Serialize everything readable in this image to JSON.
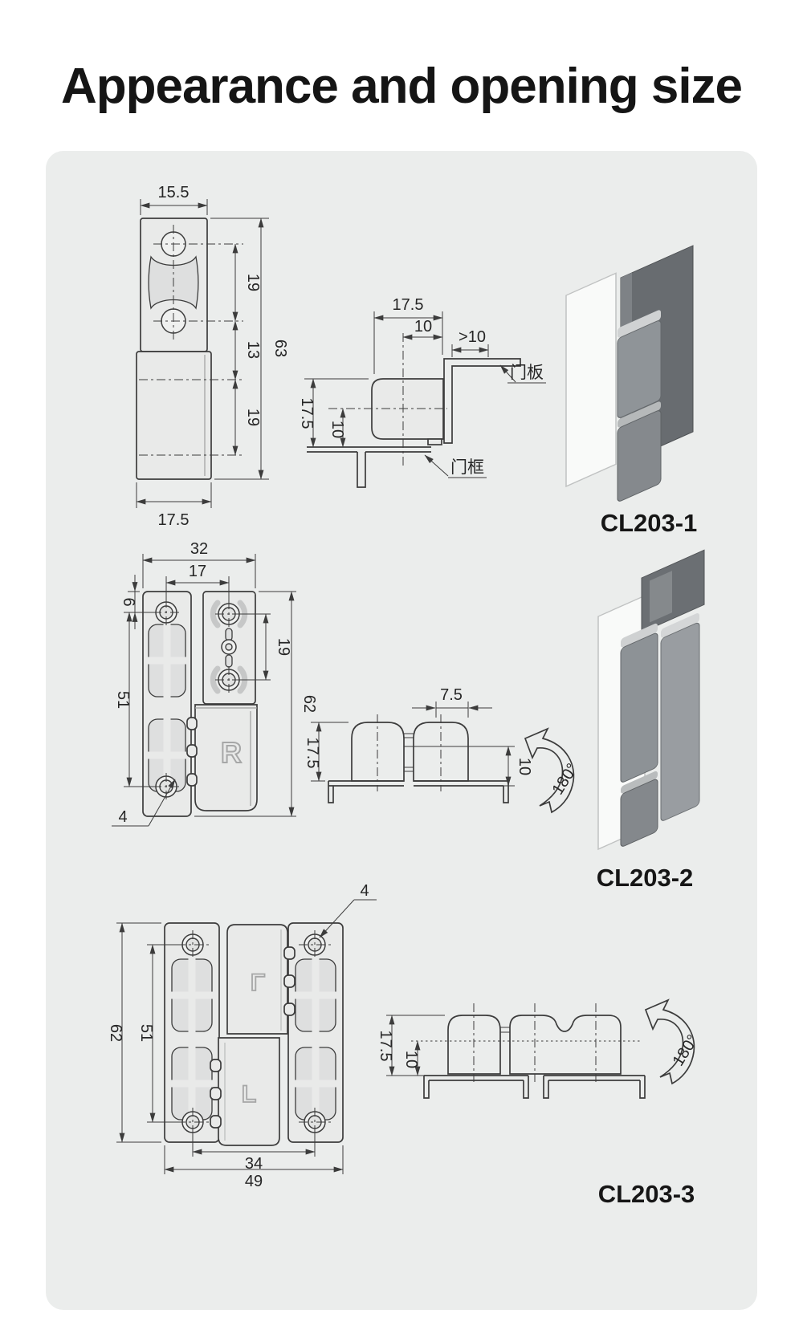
{
  "title": "Appearance and opening size",
  "models": [
    {
      "name": "CL203-1",
      "front": {
        "top_width": "15.5",
        "upper_pitch": "19",
        "mid_pitch": "13",
        "lower_pitch": "19",
        "total_height": "63",
        "bottom_width": "17.5"
      },
      "side": {
        "depth": "17.5",
        "pin_offset": "10",
        "panel_overlap": ">10",
        "height": "17.5",
        "frame_drop": "10",
        "door_panel": "门板",
        "door_frame": "门框"
      }
    },
    {
      "name": "CL203-2",
      "front": {
        "total_width": "32",
        "hole_pitch_x": "17",
        "top_edge": "6",
        "hole_pitch_y": "51",
        "right_pitch": "19",
        "total_height": "62",
        "hole_dia": "4",
        "mark": "R"
      },
      "side": {
        "pin_offset": "7.5",
        "height": "17.5",
        "frame_drop": "10",
        "open_angle": "180°"
      }
    },
    {
      "name": "CL203-3",
      "front": {
        "hole_dia": "4",
        "total_height": "62",
        "hole_pitch_y": "51",
        "hole_pitch_x": "34",
        "total_width": "49",
        "upper_mark": "Γ",
        "lower_mark": "L"
      },
      "side": {
        "height": "17.5",
        "frame_drop": "10",
        "open_angle": "180°"
      }
    }
  ]
}
